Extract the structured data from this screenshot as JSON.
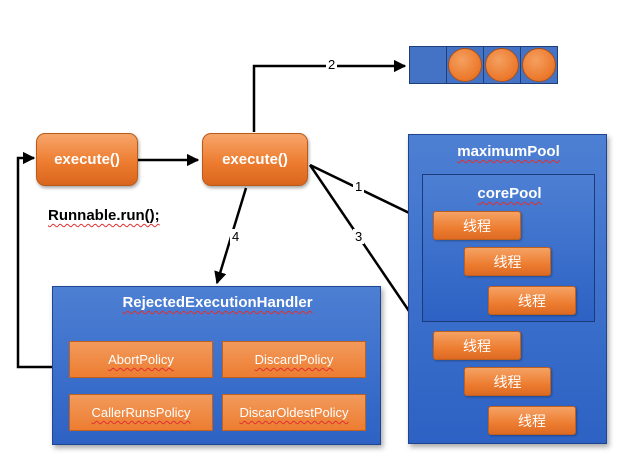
{
  "nodes": {
    "execute_left": "execute()",
    "execute_right": "execute()",
    "runnable_caption": "Runnable.run();"
  },
  "edge_labels": {
    "e1": "1",
    "e2": "2",
    "e3": "3",
    "e4": "4"
  },
  "maximum_pool": {
    "title": "maximumPool",
    "core_pool": {
      "title": "corePool",
      "threads": [
        "线程",
        "线程",
        "线程"
      ]
    },
    "extra_threads": [
      "线程",
      "线程",
      "线程"
    ]
  },
  "rejected_handler": {
    "title": "RejectedExecutionHandler",
    "policies": [
      "AbortPolicy",
      "DiscardPolicy",
      "CallerRunsPolicy",
      "DiscarOldestPolicy"
    ]
  },
  "colors": {
    "orange": "#ED7D31",
    "blue": "#4472C4",
    "arrow": "#000000",
    "squiggle": "#E03030"
  }
}
